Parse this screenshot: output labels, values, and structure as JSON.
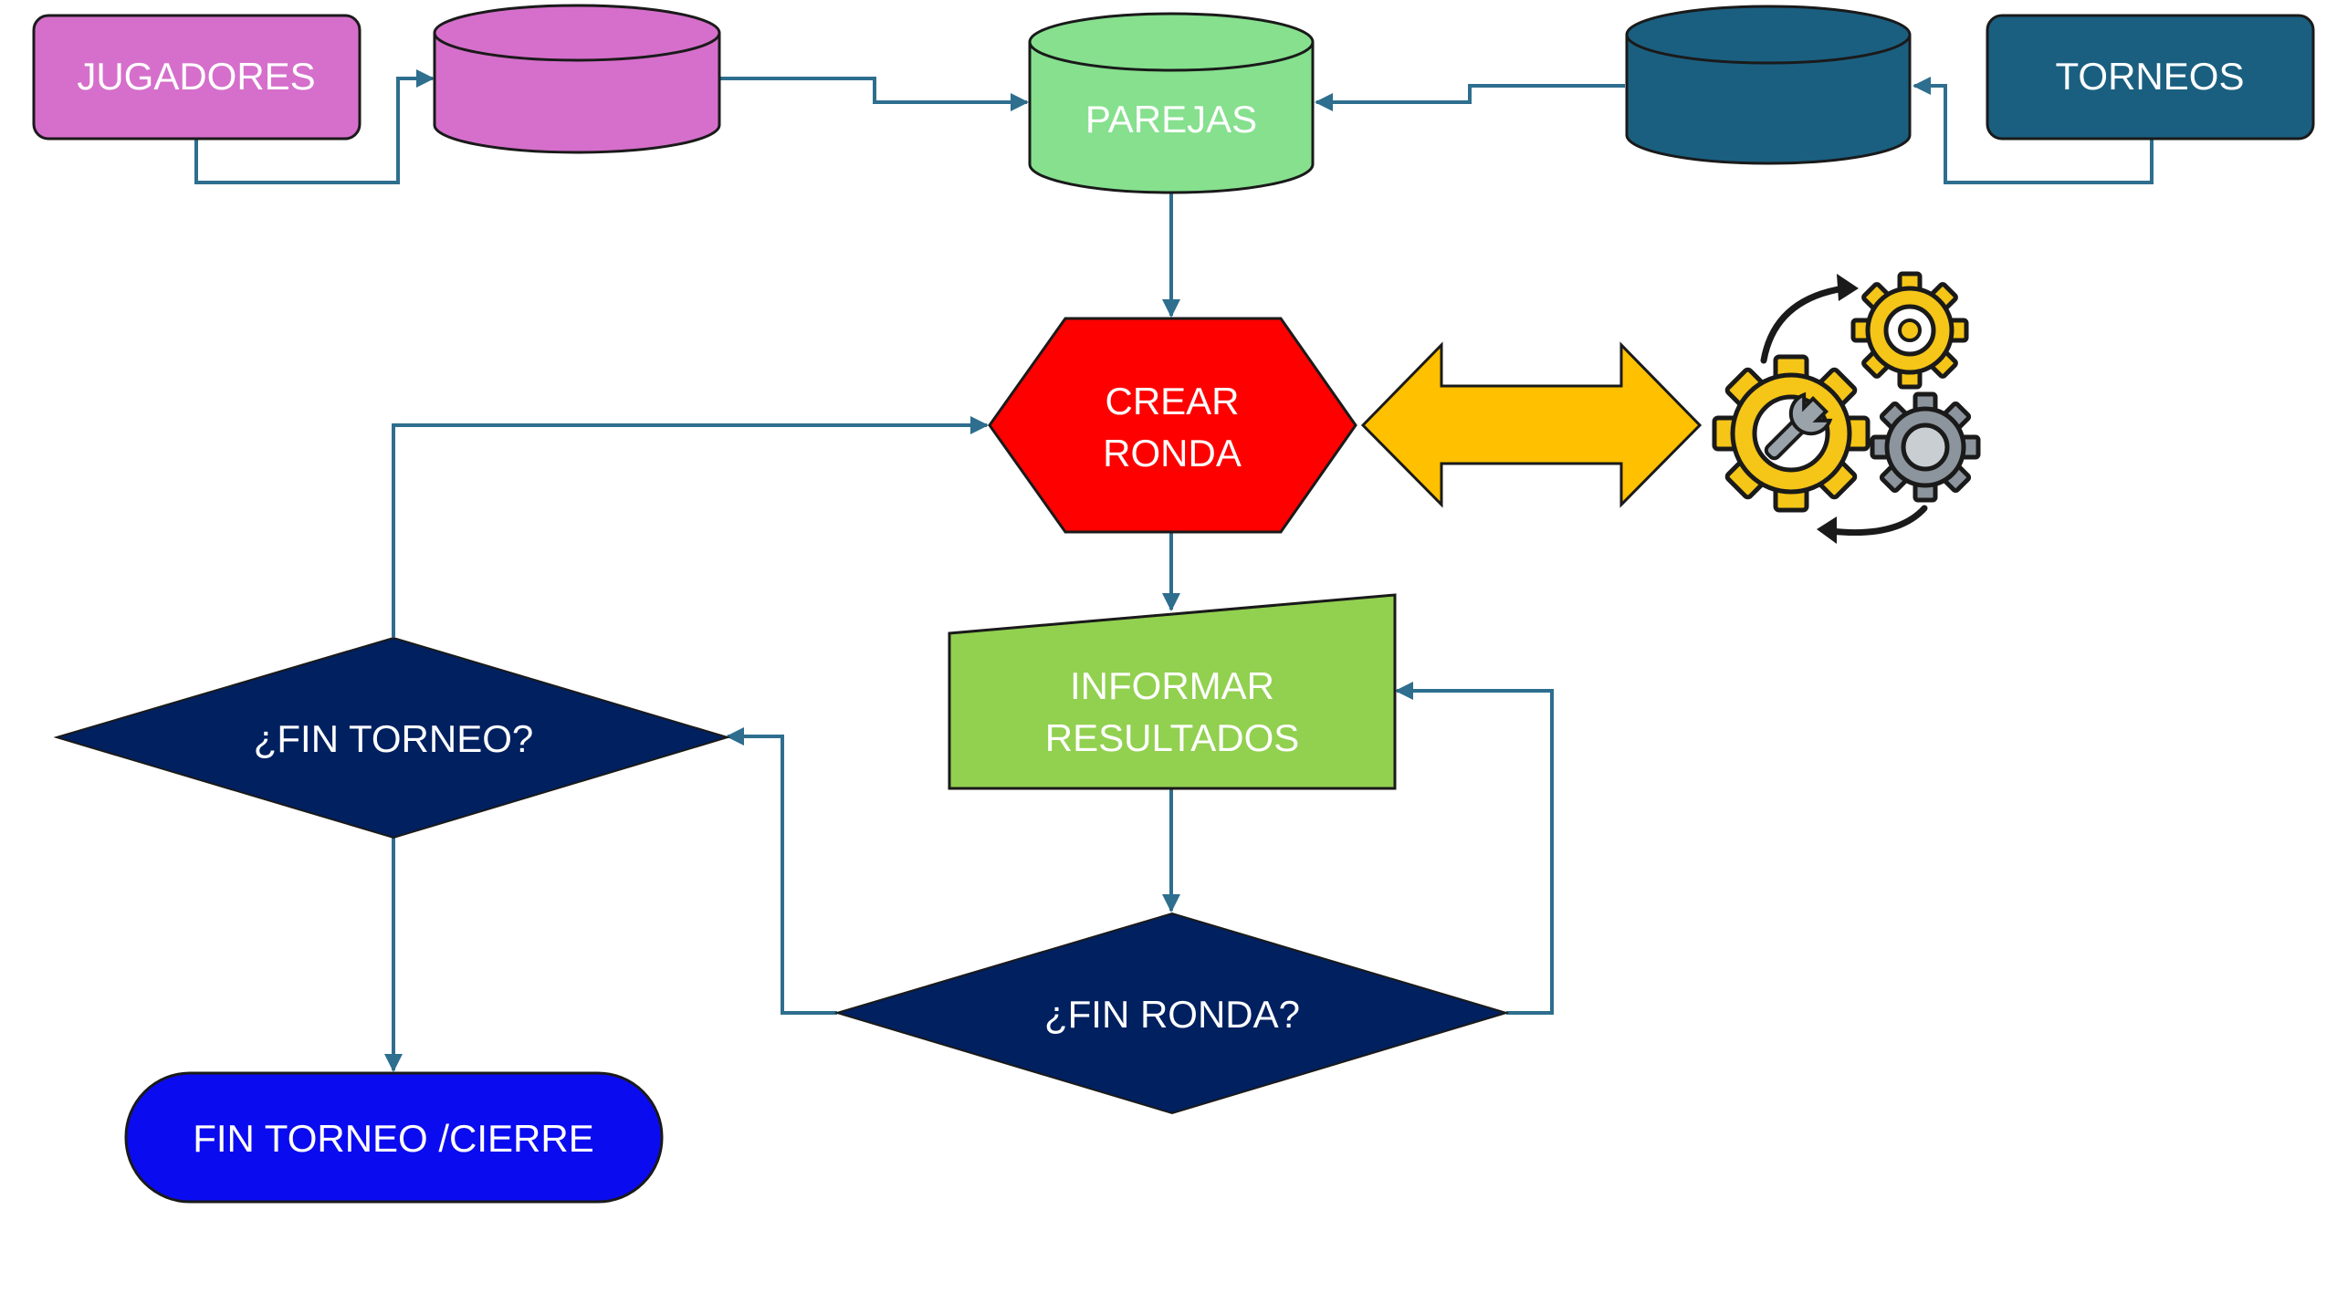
{
  "nodes": {
    "jugadores": {
      "label": "JUGADORES",
      "fill": "#D56FCB"
    },
    "jugadores_db": {
      "fill": "#D56FCB"
    },
    "parejas": {
      "label": "PAREJAS",
      "fill": "#86E08E"
    },
    "torneos_db": {
      "fill": "#1A5F80"
    },
    "torneos": {
      "label": "TORNEOS",
      "fill": "#1A5F80"
    },
    "crear_ronda": {
      "line1": "CREAR",
      "line2": "RONDA",
      "fill": "#FF0000"
    },
    "informar_resultados": {
      "line1": "INFORMAR",
      "line2": "RESULTADOS",
      "fill": "#92D050"
    },
    "fin_torneo_q": {
      "label": "¿FIN TORNEO?",
      "fill": "#002060"
    },
    "fin_ronda_q": {
      "label": "¿FIN RONDA?",
      "fill": "#002060"
    },
    "fin_torneo_cierre": {
      "label": "FIN TORNEO /CIERRE",
      "fill": "#0B0BF0"
    }
  },
  "colors": {
    "connector": "#2E6E8E",
    "double_arrow": "#FFC000",
    "gear_yellow": "#F5C518",
    "gear_gray": "#8C959D",
    "outline": "#1a1a1a"
  },
  "icons": {
    "double_arrow": "double-headed-arrow-icon",
    "gears": "gears-process-icon"
  }
}
